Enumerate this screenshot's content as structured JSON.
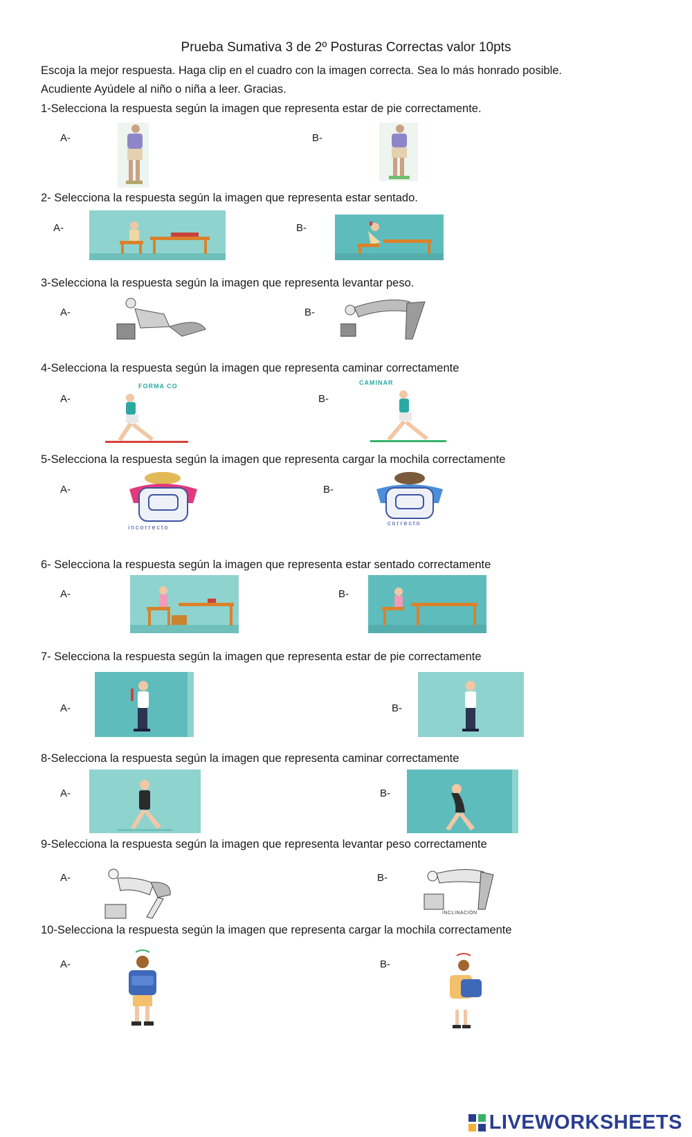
{
  "header": {
    "title": "Prueba Sumativa 3  de 2º Posturas Correctas  valor 10pts",
    "instructions_1": "Escoja la mejor respuesta. Haga clip en el cuadro con la imagen correcta. Sea lo más honrado posible.",
    "instructions_2": "Acudiente Ayúdele al niño o niña a leer. Gracias."
  },
  "questions": [
    {
      "text": "1-Selecciona la respuesta según la imagen que representa estar de pie correctamente.",
      "a": "A-",
      "b": "B-"
    },
    {
      "text": "2-  Selecciona la respuesta según la imagen que representa estar sentado.",
      "a": "A-",
      "b": "B-"
    },
    {
      "text": "3-Selecciona la respuesta según la imagen que representa levantar peso.",
      "a": "A-",
      "b": "B-"
    },
    {
      "text": "4-Selecciona la respuesta según la imagen que representa caminar correctamente",
      "a": "A-",
      "b": "B-"
    },
    {
      "text": "5-Selecciona la respuesta según la imagen que representa cargar la mochila correctamente",
      "a": "A-",
      "b": "B-"
    },
    {
      "text": "6-  Selecciona la respuesta según la imagen que representa estar sentado correctamente",
      "a": "A-",
      "b": "B-"
    },
    {
      "text": "7-  Selecciona la respuesta según la imagen que representa estar de pie correctamente",
      "a": "A-",
      "b": "B-"
    },
    {
      "text": "8-Selecciona la respuesta según la imagen que representa caminar correctamente",
      "a": "A-",
      "b": "B-"
    },
    {
      "text": "9-Selecciona la respuesta según la imagen que representa levantar peso correctamente",
      "a": "A-",
      "b": "B-"
    },
    {
      "text": "10-Selecciona la respuesta según la imagen que representa cargar la mochila correctamente",
      "a": "A-",
      "b": "B-"
    }
  ],
  "image_captions": {
    "q4_a": "FORMA CO",
    "q4_b": "CAMINAR",
    "q5_a": "incorrecto",
    "q5_b": "correcto",
    "q9_b": "INCLINACIÓN"
  },
  "footer": {
    "brand": "LIVEWORKSHEETS"
  },
  "colors": {
    "teal_bg": "#5fbcbc",
    "teal_light": "#8fd3cf",
    "brand": "#2a3d8f",
    "accent_red": "#d9403a"
  }
}
